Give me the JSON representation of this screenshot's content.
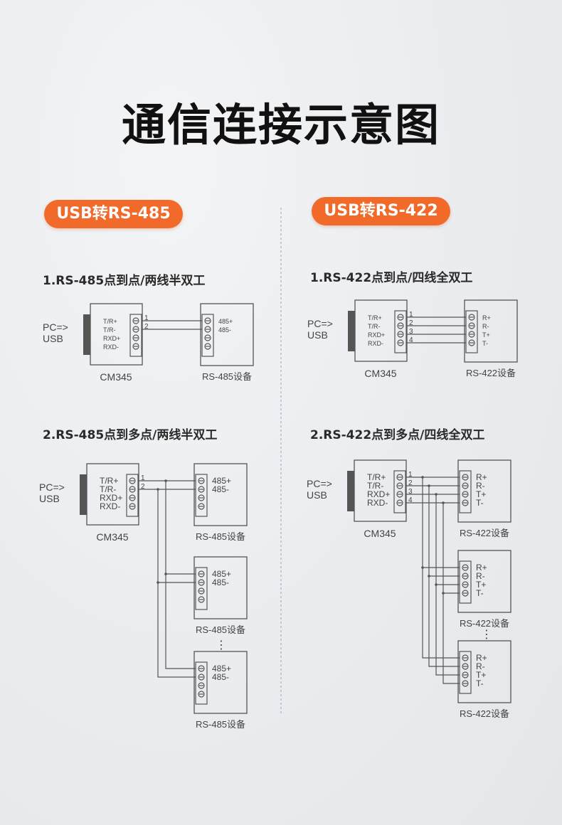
{
  "title": "通信连接示意图",
  "left": {
    "badge": "USB转RS-485",
    "section1": "1.RS-485点到点/两线半双工",
    "section2": "2.RS-485点到多点/两线半双工",
    "device_label": "RS-485设备",
    "device_pins": [
      "485+",
      "485-"
    ]
  },
  "right": {
    "badge": "USB转RS-422",
    "section1": "1.RS-422点到点/四线全双工",
    "section2": "2.RS-422点到多点/四线全双工",
    "device_label": "RS-422设备",
    "device_pins": [
      "R+",
      "R-",
      "T+",
      "T-"
    ]
  },
  "converter": {
    "name": "CM345",
    "host_line1": "PC=>",
    "host_line2": "USB",
    "pins": [
      "T/R+",
      "T/R-",
      "RXD+",
      "RXD-"
    ]
  },
  "wire_numbers": [
    "1",
    "2",
    "3",
    "4"
  ],
  "ellipsis": "⋮",
  "colors": {
    "accent": "#f26a2a",
    "line": "#555555"
  }
}
